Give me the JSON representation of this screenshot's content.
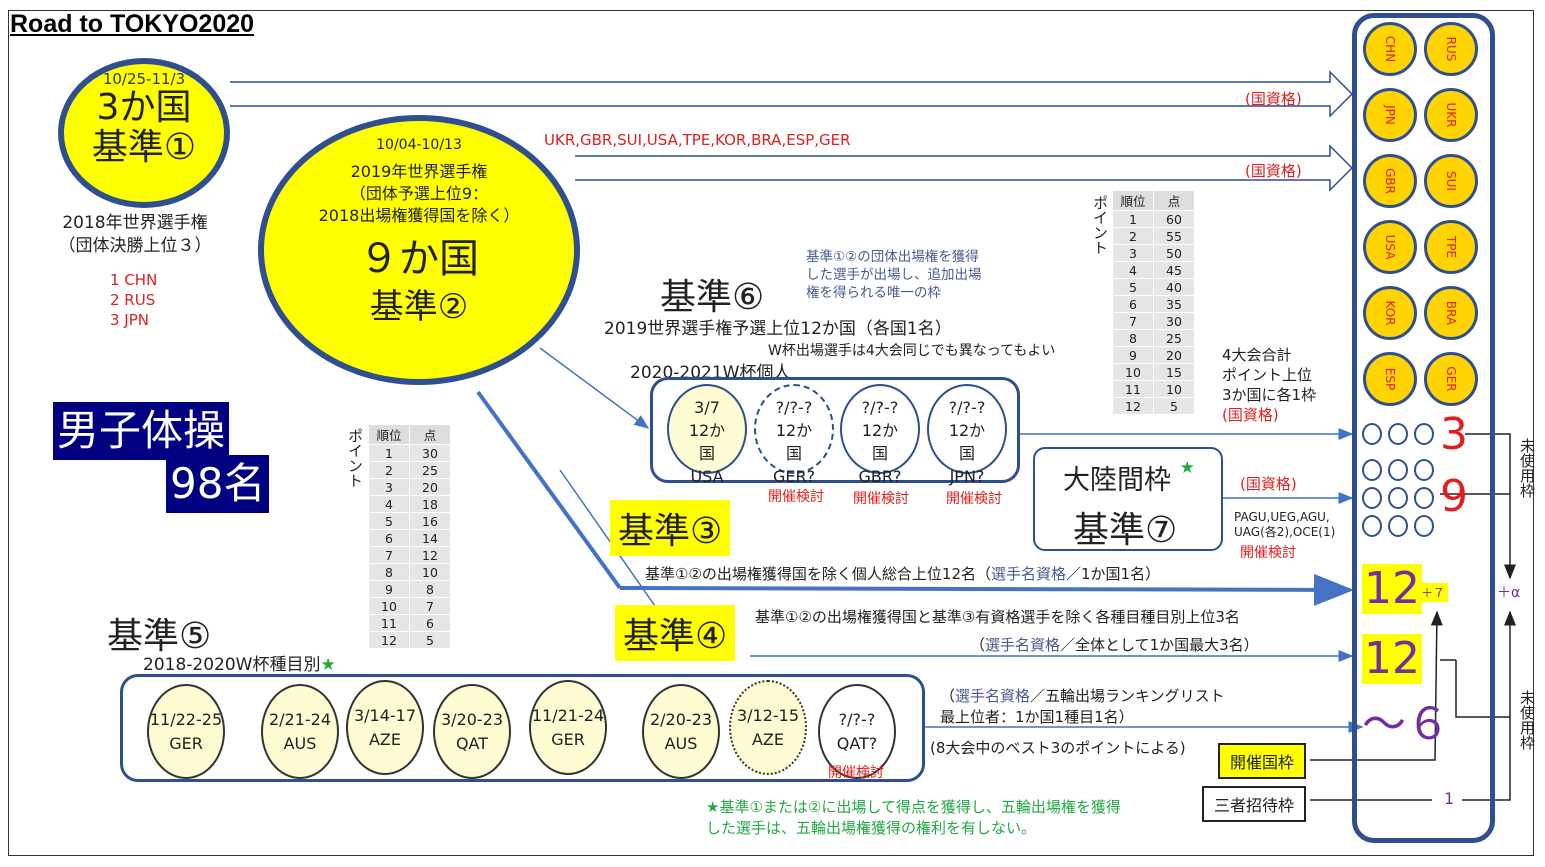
{
  "title": "Road to TOKYO2020",
  "c1": {
    "date": "10/25-11/3",
    "count": "3か国",
    "criterion": "基準①",
    "source_line1": "2018年世界選手権",
    "source_line2": "（団体決勝上位３）",
    "teams": [
      "1 CHN",
      "2 RUS",
      "3 JPN"
    ]
  },
  "c2": {
    "date": "10/04-10/13",
    "line1": "2019年世界選手権",
    "line2": "（団体予選上位9：",
    "line3": "2018出場権獲得国を除く）",
    "count": "９か国",
    "criterion": "基準②",
    "teams": "UKR,GBR,SUI,USA,TPE,KOR,BRA,ESP,GER"
  },
  "qualifier_country": "(国資格)",
  "men": {
    "line1": "男子体操",
    "line2": "98名"
  },
  "points_label": "ポイント",
  "points_header": [
    "順位",
    "点"
  ],
  "points_left": [
    [
      "1",
      "30"
    ],
    [
      "2",
      "25"
    ],
    [
      "3",
      "20"
    ],
    [
      "4",
      "18"
    ],
    [
      "5",
      "16"
    ],
    [
      "6",
      "14"
    ],
    [
      "7",
      "12"
    ],
    [
      "8",
      "10"
    ],
    [
      "9",
      "8"
    ],
    [
      "10",
      "7"
    ],
    [
      "11",
      "6"
    ],
    [
      "12",
      "5"
    ]
  ],
  "points_right": [
    [
      "1",
      "60"
    ],
    [
      "2",
      "55"
    ],
    [
      "3",
      "50"
    ],
    [
      "4",
      "45"
    ],
    [
      "5",
      "40"
    ],
    [
      "6",
      "35"
    ],
    [
      "7",
      "30"
    ],
    [
      "8",
      "25"
    ],
    [
      "9",
      "20"
    ],
    [
      "10",
      "15"
    ],
    [
      "11",
      "10"
    ],
    [
      "12",
      "5"
    ]
  ],
  "c6": {
    "note1": "基準①②の団体出場権を獲得",
    "note2": "した選手が出場し、追加出場",
    "note3": "権を得られる唯一の枠",
    "criterion": "基準⑥",
    "desc": "2019世界選手権予選上位12か国（各国1名）",
    "wcup_note": "W杯出場選手は4大会同じでも異なってもよい",
    "series": "2020-2021W杯個人",
    "events": [
      {
        "date": "3/7",
        "l1": "12か",
        "l2": "国",
        "place": "USA"
      },
      {
        "date": "?/?-?",
        "l1": "12か",
        "l2": "国",
        "place": "GER?"
      },
      {
        "date": "?/?-?",
        "l1": "12か",
        "l2": "国",
        "place": "GBR?"
      },
      {
        "date": "?/?-?",
        "l1": "12か",
        "l2": "国",
        "place": "JPN?"
      }
    ],
    "tbd": "開催検討",
    "total1": "4大会合計",
    "total2": "ポイント上位",
    "total3": "3か国に各1枠",
    "total4": "(国資格)"
  },
  "c7": {
    "label": "大陸間枠",
    "star": "★",
    "criterion": "基準⑦",
    "qualifier": "(国資格)",
    "conts1": "PAGU,UEG,AGU,",
    "conts2": "UAG(各2),OCE(1)",
    "tbd": "開催検討"
  },
  "c3": {
    "criterion": "基準③",
    "desc_pre": "基準①②の出場権獲得国を除く個人総合上位12名（",
    "desc_blue": "選手名資格",
    "desc_post": "／1か国1名）"
  },
  "c4": {
    "criterion": "基準④",
    "desc": "基準①②の出場権獲得国と基準③有資格選手を除く各種目種目別上位3名",
    "sub_pre": "（",
    "sub_blue": "選手名資格",
    "sub_post": "／全体として1か国最大3名）"
  },
  "c5": {
    "criterion": "基準⑤",
    "series": "2018-2020W杯種目別",
    "star": "★",
    "events": [
      {
        "date": "11/22-25",
        "place": "GER"
      },
      {
        "date": "2/21-24",
        "place": "AUS"
      },
      {
        "date": "3/14-17",
        "place": "AZE"
      },
      {
        "date": "3/20-23",
        "place": "QAT"
      },
      {
        "date": "11/21-24",
        "place": "GER"
      },
      {
        "date": "2/20-23",
        "place": "AUS"
      },
      {
        "date": "3/12-15",
        "place": "AZE"
      },
      {
        "date": "?/?-?",
        "place": "QAT?"
      }
    ],
    "tbd": "開催検討",
    "rank1_pre": "（",
    "rank1_blue": "選手名資格",
    "rank1_post": "／五輪出場ランキングリスト",
    "rank2": "最上位者：1か国1種目1名）",
    "best3": "(8大会中のベスト3のポイントによる)"
  },
  "host": "開催国枠",
  "tripartite": "三者招待枠",
  "note_star": "★基準①または②に出場して得点を獲得し、五輪出場権を獲得",
  "note_star2": "した選手は、五輪出場権獲得の権利を有しない。",
  "right": {
    "countries": [
      [
        "CHN",
        "RUS"
      ],
      [
        "JPN",
        "UKR"
      ],
      [
        "GBR",
        "SUI"
      ],
      [
        "USA",
        "TPE"
      ],
      [
        "KOR",
        "BRA"
      ],
      [
        "ESP",
        "GER"
      ]
    ],
    "n3": "3",
    "n9": "9",
    "n12a": "12",
    "plus7": "＋７",
    "n12b": "12",
    "n6": "～６",
    "n1": "1",
    "alpha": "＋α",
    "unused": "未使用枠"
  },
  "colors": {
    "navy_border": "#2f4f8f",
    "yellow": "#ffff00",
    "red": "#e02020",
    "purple": "#7030a0",
    "green": "#22aa44"
  }
}
